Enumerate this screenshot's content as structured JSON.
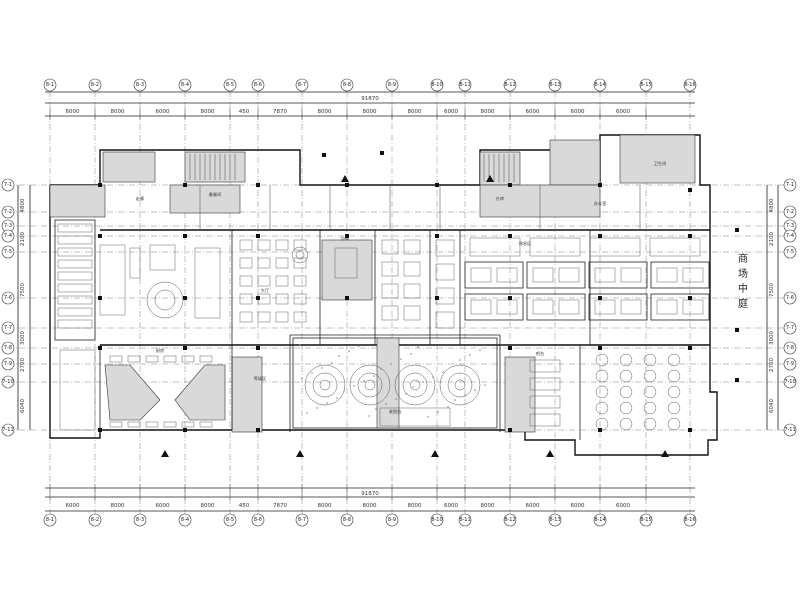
{
  "plan": {
    "grid_top": [
      "8-1",
      "8-2",
      "8-3",
      "8-4",
      "8-5",
      "8-6",
      "8-7",
      "8-8",
      "8-9",
      "8-10",
      "8-11",
      "8-12",
      "8-13",
      "8-14",
      "8-15",
      "8-16"
    ],
    "grid_bottom": [
      "8-1",
      "8-2",
      "8-3",
      "8-4",
      "8-5",
      "8-6",
      "8-7",
      "8-8",
      "8-9",
      "8-10",
      "8-11",
      "8-12",
      "8-13",
      "8-14",
      "8-15",
      "8-16"
    ],
    "grid_left": [
      "7-1",
      "7-2",
      "7-3",
      "7-4",
      "7-5",
      "7-6",
      "7-7",
      "7-8",
      "7-9",
      "7-10",
      "7-11"
    ],
    "grid_right": [
      "7-1",
      "7-2",
      "7-3",
      "7-4",
      "7-5",
      "7-6",
      "7-7",
      "7-8",
      "7-9",
      "7-10",
      "7-11"
    ],
    "dims_top": [
      "6000",
      "8000",
      "6000",
      "8000",
      "450",
      "7870",
      "8000",
      "8000",
      "8000",
      "6000",
      "8000",
      "6000",
      "6000",
      "6000"
    ],
    "dims_bottom": [
      "6000",
      "8000",
      "6000",
      "8000",
      "450",
      "7870",
      "8000",
      "8000",
      "8000",
      "6000",
      "8000",
      "6000",
      "6000",
      "6000"
    ],
    "total_top": "91870",
    "total_bottom": "91870",
    "dims_left": [
      "4800",
      "2100",
      "7500",
      "3000",
      "2700",
      "6040"
    ],
    "dims_right": [
      "4800",
      "2100",
      "7500",
      "3000",
      "2700",
      "6040"
    ],
    "atrium_label": [
      "商",
      "场",
      "中",
      "庭"
    ],
    "room_labels": [
      "走廊",
      "大厅",
      "包间",
      "备餐间",
      "厨房",
      "卫生间",
      "收银台",
      "等候区",
      "吧台",
      "仓库",
      "办公室",
      "休息区"
    ]
  },
  "colors": {
    "line": "#222222",
    "hatch": "#d9d9d9",
    "background": "#ffffff"
  }
}
